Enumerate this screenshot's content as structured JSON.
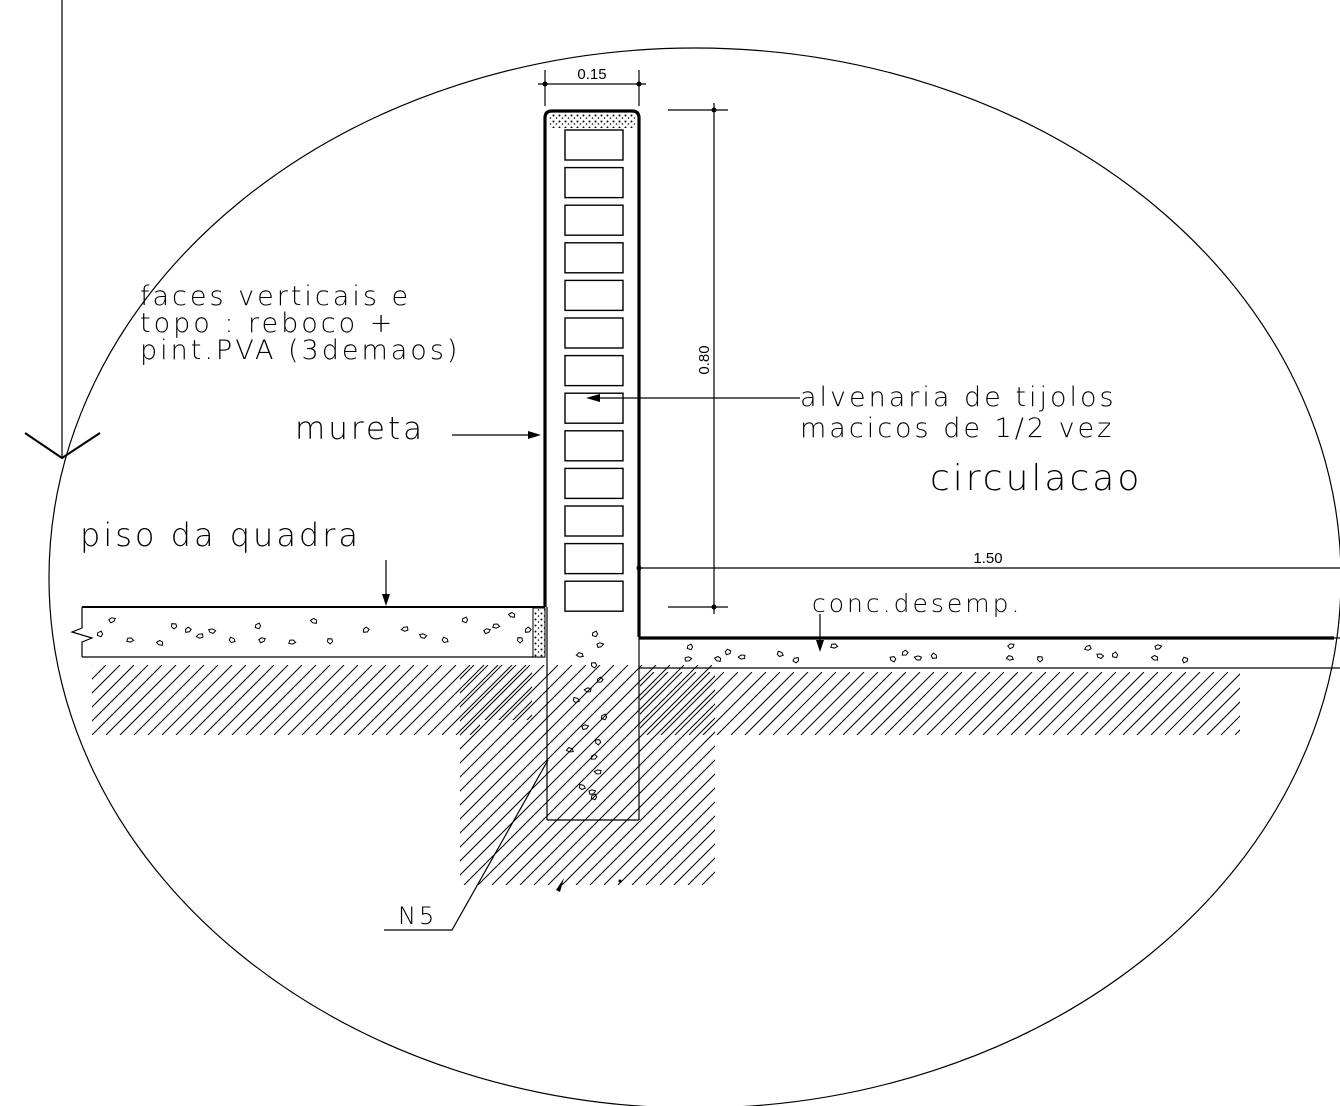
{
  "dimensions": {
    "wall_thickness": "0.15",
    "wall_height": "0.80",
    "sidewalk_width": "1.50"
  },
  "labels": {
    "finish_note": [
      "faces verticais e",
      "topo :  reboco +",
      "pint.PVA (3demaos)"
    ],
    "wall": "mureta",
    "masonry": [
      "alvenaria de tijolos",
      "macicos de 1/2 vez"
    ],
    "circulation": "circulacao",
    "court_floor": "piso da quadra",
    "sidewalk_concrete": "conc.desemp.",
    "level_mark": "N5"
  }
}
